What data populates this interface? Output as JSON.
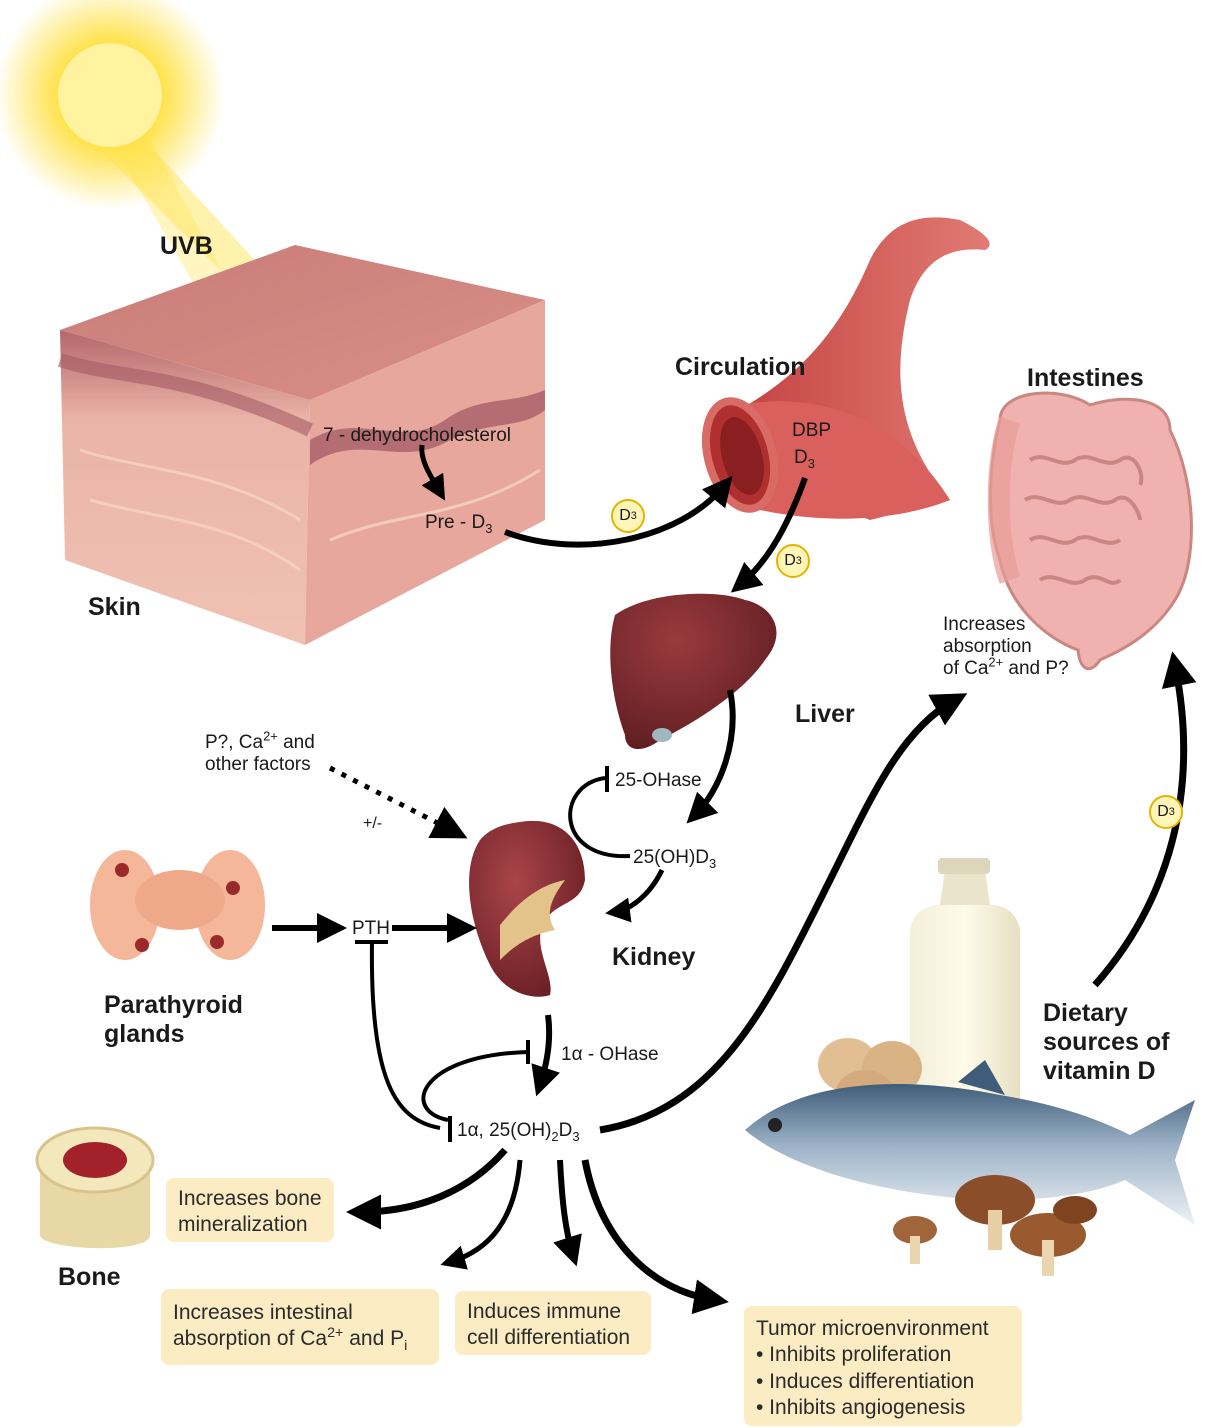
{
  "labels": {
    "uvb": "UVB",
    "skin": "Skin",
    "circulation": "Circulation",
    "intestines": "Intestines",
    "liver": "Liver",
    "kidney": "Kidney",
    "parathyroid_line1": "Parathyroid",
    "parathyroid_line2": "glands",
    "bone": "Bone",
    "dietary_line1": "Dietary",
    "dietary_line2": "sources of",
    "dietary_line3": "vitamin D"
  },
  "molecules": {
    "dehydrocholesterol": "7 - dehydrocholesterol",
    "pre_d3_main": "Pre - D",
    "pre_d3_sub": "3",
    "dbp": "DBP",
    "d3_main": "D",
    "d3_sub": "3",
    "ohase_25": "25-OHase",
    "ohd3_main": "25(OH)D",
    "ohd3_sub": "3",
    "pth": "PTH",
    "ohase_1a": "1α - OHase",
    "calcitriol_a": "1α, 25(OH)",
    "calcitriol_sub1": "2",
    "calcitriol_b": "D",
    "calcitriol_sub2": "3",
    "regulators_line1_a": "P?, Ca",
    "regulators_line1_sup": "2+",
    "regulators_line1_b": " and",
    "regulators_line2": "other factors",
    "plus_minus": "+/-"
  },
  "intestine_note": {
    "line1": "Increases",
    "line2": "absorption",
    "line3_a": "of Ca",
    "line3_sup": "2+",
    "line3_b": " and P?"
  },
  "badges": {
    "label_main": "D",
    "label_sub": "3"
  },
  "effects": {
    "bone": {
      "line1": "Increases bone",
      "line2": "mineralization"
    },
    "intestinal": {
      "line1": "Increases intestinal",
      "line2_a": "absorption of Ca",
      "line2_sup": "2+",
      "line2_b": " and P",
      "line2_sub": "i"
    },
    "immune": {
      "line1": "Induces immune",
      "line2": "cell differentiation"
    },
    "tumor": {
      "title": "Tumor microenvironment",
      "items": [
        "• Inhibits proliferation",
        "• Induces differentiation",
        "• Inhibits angiogenesis"
      ]
    }
  },
  "colors": {
    "box_fill": "#fbecc4",
    "badge_fill": "#fff5b8",
    "badge_border": "#e2b400",
    "skin": "#e8a9a0",
    "vessel": "#d9605c",
    "liver": "#7a2a2c",
    "kidney": "#8a2e32",
    "intestine": "#efb2ae",
    "sun": "#ffe24a"
  }
}
